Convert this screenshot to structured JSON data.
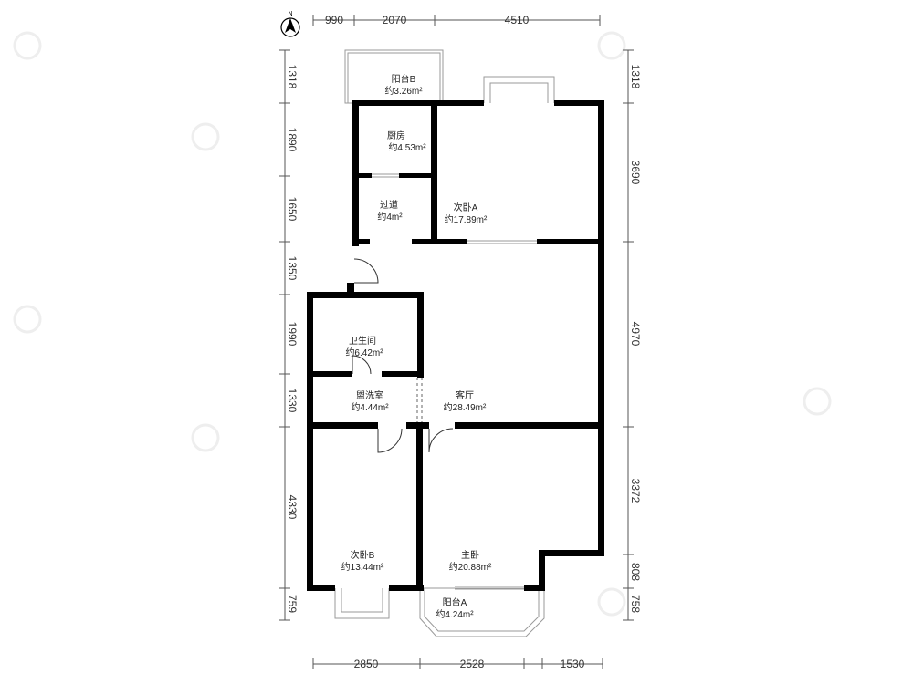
{
  "compass": {
    "label": "N"
  },
  "dimensions": {
    "top": [
      "990",
      "2070",
      "4510"
    ],
    "bottom": [
      "2850",
      "2528",
      "1530"
    ],
    "left": [
      "1318",
      "1890",
      "1650",
      "1350",
      "1990",
      "1330",
      "4330",
      "759"
    ],
    "right": [
      "1318",
      "3690",
      "4970",
      "3372",
      "808",
      "758"
    ]
  },
  "rooms": [
    {
      "id": "balcony-b",
      "name": "阳台B",
      "area": "约3.26m²"
    },
    {
      "id": "kitchen",
      "name": "厨房",
      "area": "约4.53m²"
    },
    {
      "id": "corridor",
      "name": "过道",
      "area": "约4m²"
    },
    {
      "id": "bedroom-a",
      "name": "次卧A",
      "area": "约17.89m²"
    },
    {
      "id": "bathroom",
      "name": "卫生间",
      "area": "约6.42m²"
    },
    {
      "id": "laundry",
      "name": "盥洗室",
      "area": "约4.44m²"
    },
    {
      "id": "living",
      "name": "客厅",
      "area": "约28.49m²"
    },
    {
      "id": "bedroom-b",
      "name": "次卧B",
      "area": "约13.44m²"
    },
    {
      "id": "master",
      "name": "主卧",
      "area": "约20.88m²"
    },
    {
      "id": "balcony-a",
      "name": "阳台A",
      "area": "约4.24m²"
    }
  ],
  "colors": {
    "wall": "#000000",
    "watermark": "#ececec"
  }
}
